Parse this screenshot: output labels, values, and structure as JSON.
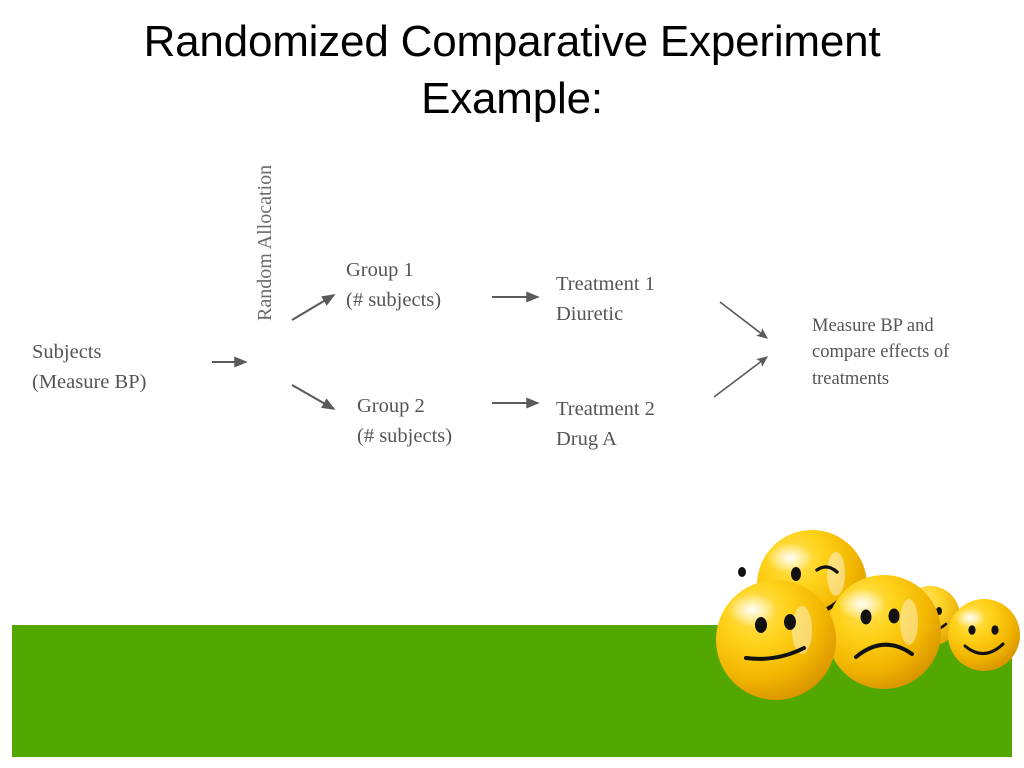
{
  "slide": {
    "title": "Randomized Comparative Experiment\nExample:",
    "background_color": "#ffffff",
    "band_color": "#52a800"
  },
  "diagram": {
    "type": "flowchart",
    "text_color": "#555555",
    "nodes": [
      {
        "id": "subjects",
        "label": "Subjects\n(Measure BP)"
      },
      {
        "id": "random_allocation",
        "label": "Random Allocation"
      },
      {
        "id": "group1",
        "label": "Group 1\n(# subjects)"
      },
      {
        "id": "group2",
        "label": "Group 2\n(# subjects)"
      },
      {
        "id": "treatment1",
        "label": "Treatment 1\nDiuretic"
      },
      {
        "id": "treatment2",
        "label": "Treatment 2\nDrug A"
      },
      {
        "id": "measure",
        "label": "Measure BP and\ncompare effects of\ntreatments"
      }
    ],
    "arrows": [
      {
        "id": "subjects-to-allocation",
        "from": "subjects",
        "to": "random_allocation",
        "direction": "right"
      },
      {
        "id": "allocation-to-group1",
        "from": "random_allocation",
        "to": "group1",
        "direction": "up-right"
      },
      {
        "id": "allocation-to-group2",
        "from": "random_allocation",
        "to": "group2",
        "direction": "down-right"
      },
      {
        "id": "group1-to-treatment1",
        "from": "group1",
        "to": "treatment1",
        "direction": "right"
      },
      {
        "id": "group2-to-treatment2",
        "from": "group2",
        "to": "treatment2",
        "direction": "right"
      },
      {
        "id": "treatment1-to-measure",
        "from": "treatment1",
        "to": "measure",
        "direction": "down-right"
      },
      {
        "id": "treatment2-to-measure",
        "from": "treatment2",
        "to": "measure",
        "direction": "up-right"
      }
    ]
  },
  "decoration": {
    "smileys": {
      "name": "smiley-ball-cluster",
      "count": 5,
      "ball_color": "#f5c200",
      "faces": [
        {
          "id": "winking-smile",
          "expression": "winking-smile",
          "size": "large"
        },
        {
          "id": "smirk",
          "expression": "smirk",
          "size": "large"
        },
        {
          "id": "frown",
          "expression": "frown",
          "size": "large"
        },
        {
          "id": "small-smile-1",
          "expression": "smile",
          "size": "small"
        },
        {
          "id": "small-smile-2",
          "expression": "smile",
          "size": "small"
        }
      ]
    }
  }
}
